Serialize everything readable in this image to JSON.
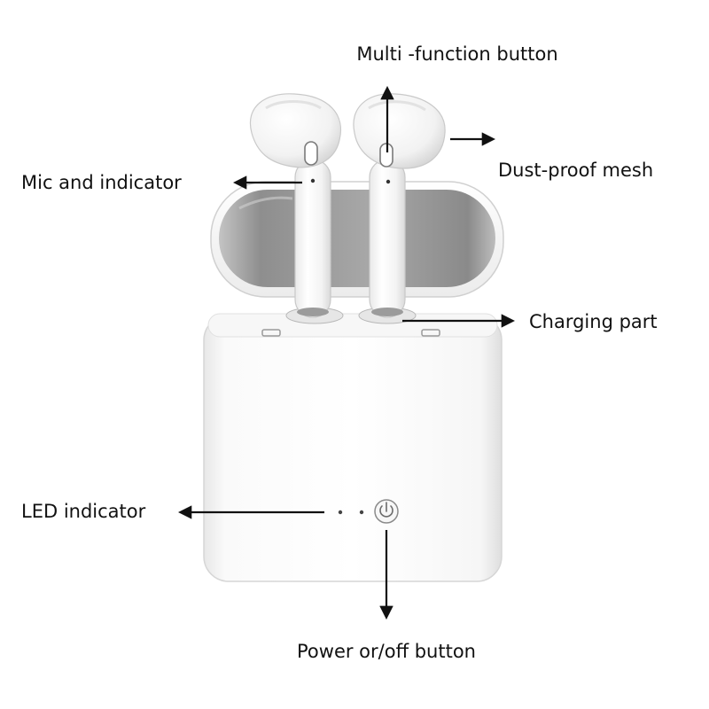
{
  "labels": {
    "multi_function": "Multi -function button",
    "dust_proof": "Dust-proof mesh",
    "mic_indicator": "Mic and indicator",
    "charging_part": "Charging part",
    "led_indicator": "LED indicator",
    "power_button": "Power or/off button"
  },
  "colors": {
    "text": "#111111",
    "arrow": "#111111",
    "case_outline": "#d8d8d8",
    "lid_inner": "#9a9a9a"
  },
  "icons": {
    "power": "power-icon"
  }
}
